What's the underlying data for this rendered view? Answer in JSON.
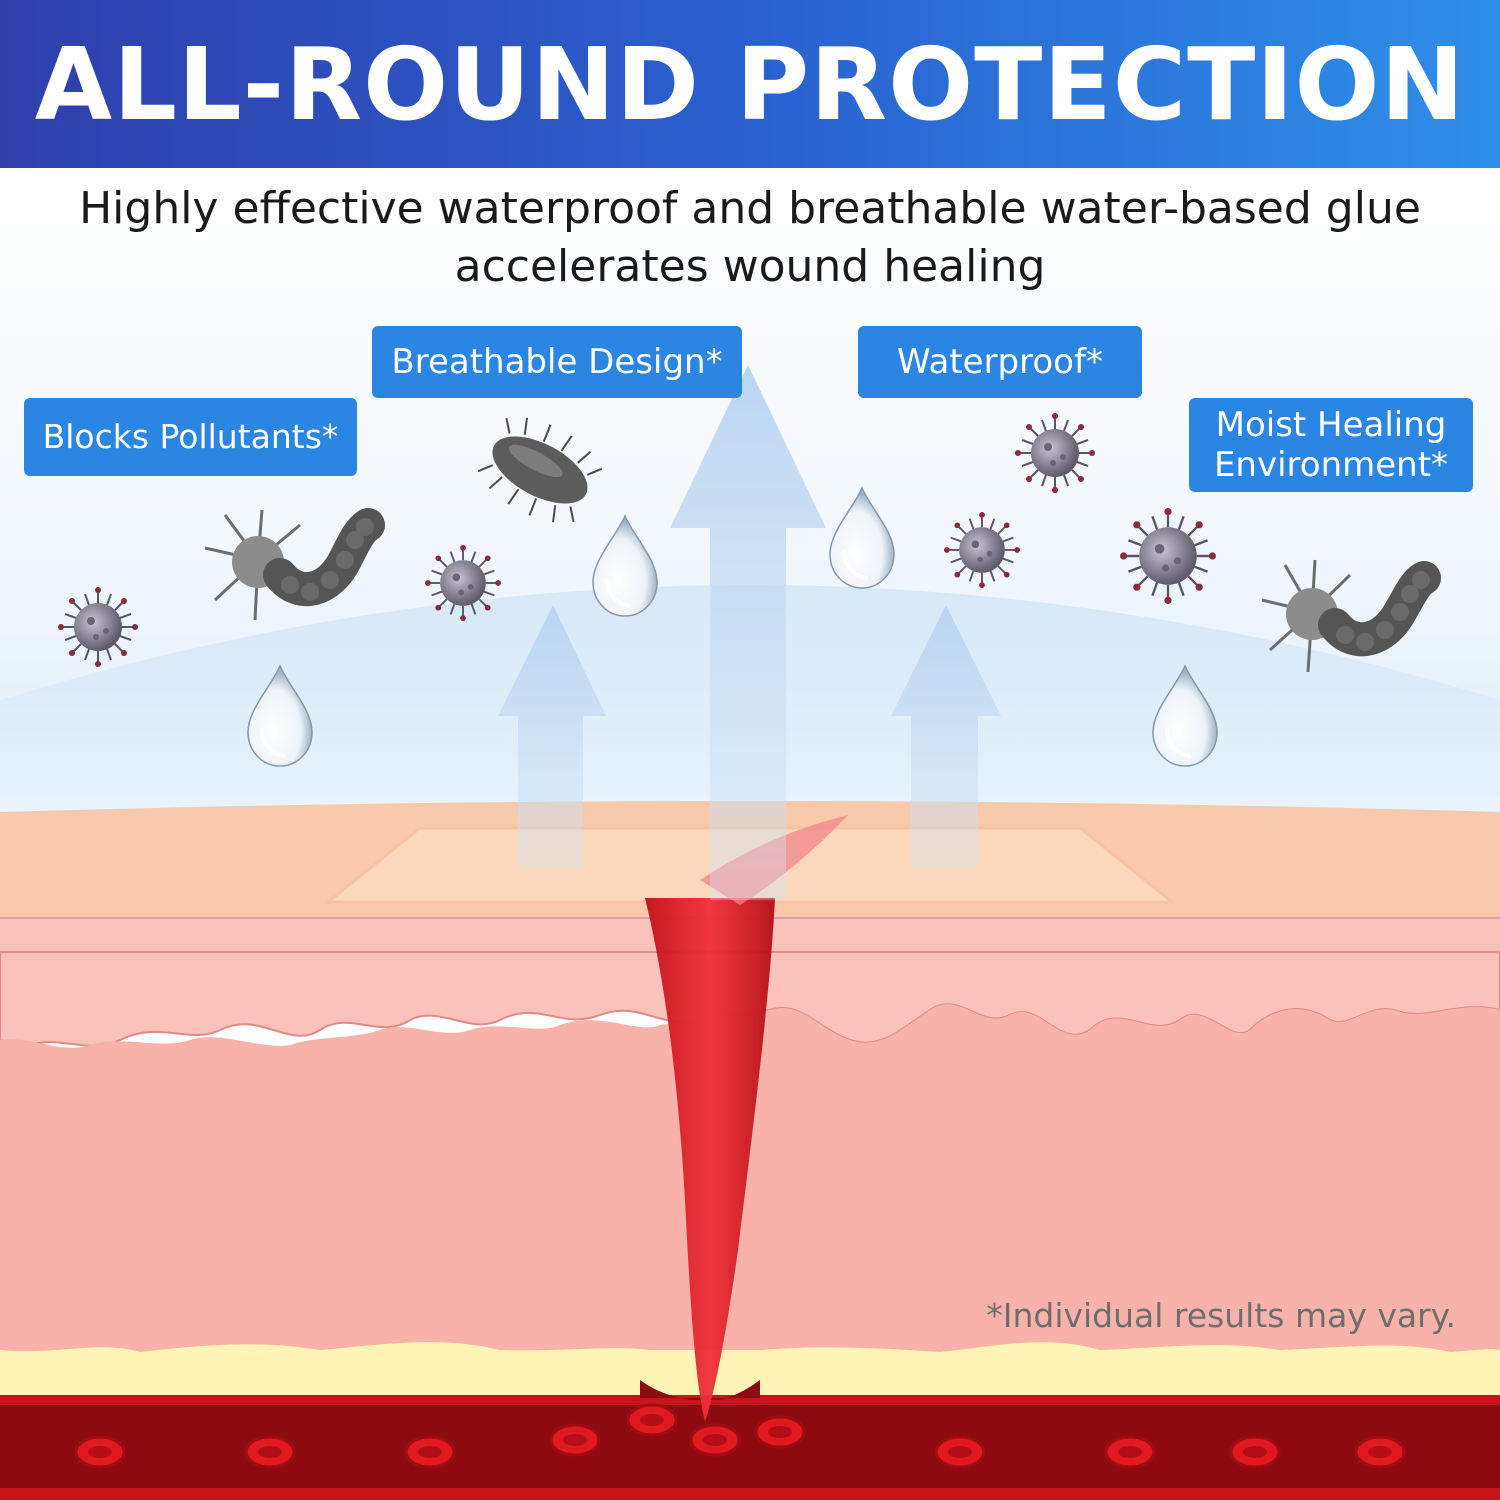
{
  "header": {
    "title": "ALL-ROUND PROTECTION"
  },
  "subtitle": {
    "line1": "Highly effective waterproof and breathable water-based glue",
    "line2": "accelerates wound healing"
  },
  "tags": {
    "blocks_pollutants": "Blocks Pollutants*",
    "breathable": "Breathable Design*",
    "waterproof": "Waterproof*",
    "moist_line1": "Moist Healing",
    "moist_line2": "Environment*"
  },
  "disclaimer": "*Individual results may vary.",
  "colors": {
    "header_start": "#2f3faa",
    "header_end": "#2e8fe8",
    "tag_blue": "#2a85e3",
    "skin_top": "#f8c9ab",
    "dermis": "#f9b7ae",
    "wound_red": "#e3202a",
    "blood": "#8d0b10"
  }
}
